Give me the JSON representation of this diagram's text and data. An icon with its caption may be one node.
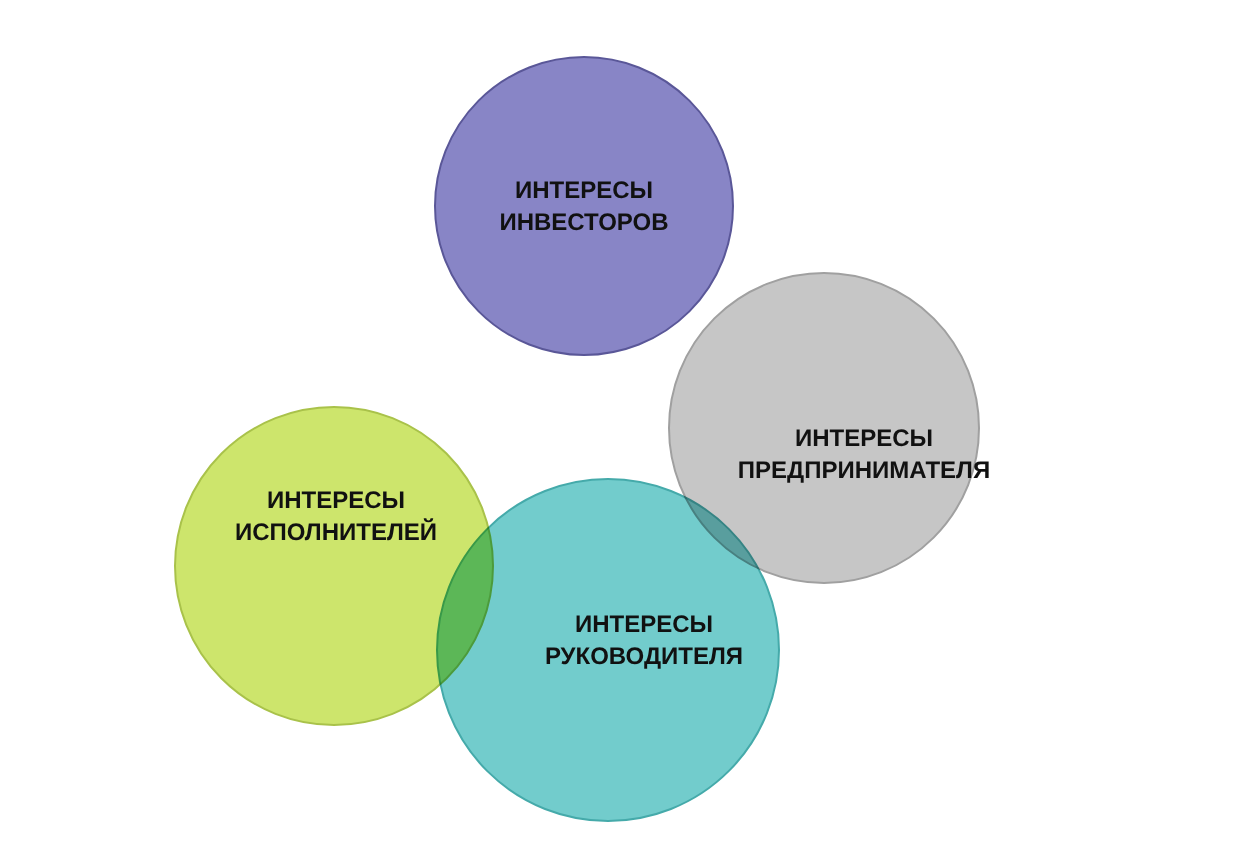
{
  "diagram": {
    "nodes": [
      {
        "text": [
          "ИНТЕРЕСЫ ИНВЕСТОРОВ"
        ]
      },
      {
        "text": [
          "ИНТЕРЕСЫ ПРЕДПРИНИМАТЕЛЯ"
        ]
      },
      {
        "text": [
          "ИНТЕРЕСЫ ИСПОЛНИТЕЛЕЙ"
        ]
      },
      {
        "text": [
          "ИНТЕРЕСЫ РУКОВОДИТЕЛЯ"
        ]
      }
    ]
  }
}
